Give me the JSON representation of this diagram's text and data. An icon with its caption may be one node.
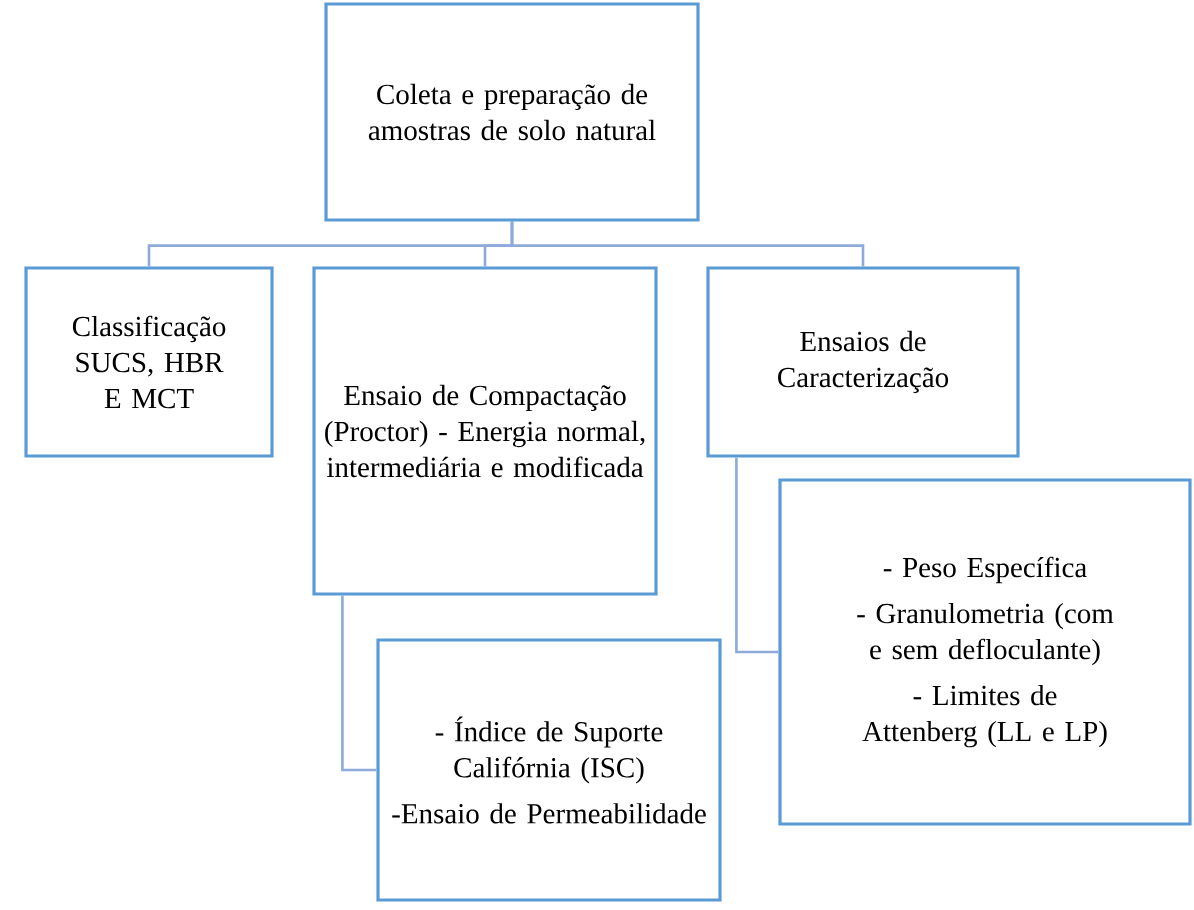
{
  "diagram": {
    "nodes": [
      {
        "text": [
          "Coleta e preparação de amostras de solo natural"
        ]
      },
      {
        "text": [
          "Classificação SUCS, HBR E MCT"
        ]
      },
      {
        "text": [
          "Ensaio de Compactação (Proctor) - Energia normal, intermediária e modificada"
        ]
      },
      {
        "text": [
          "Ensaios de Caracterização"
        ]
      },
      {
        "text": [
          "- Índice de Suporte Califórnia (ISC)",
          "-Ensaio de Permeabilidade"
        ]
      },
      {
        "text": [
          "- Peso Específica",
          "- Granulometria (com e sem defloculante)",
          "- Limites de Attenberg (LL e LP)"
        ]
      }
    ],
    "edges": [
      {
        "from": 0,
        "to": 1,
        "arrow": "none"
      },
      {
        "from": 0,
        "to": 2,
        "arrow": "none"
      },
      {
        "from": 0,
        "to": 3,
        "arrow": "none"
      },
      {
        "from": 2,
        "to": 4,
        "arrow": "none"
      },
      {
        "from": 3,
        "to": 5,
        "arrow": "none"
      }
    ]
  }
}
